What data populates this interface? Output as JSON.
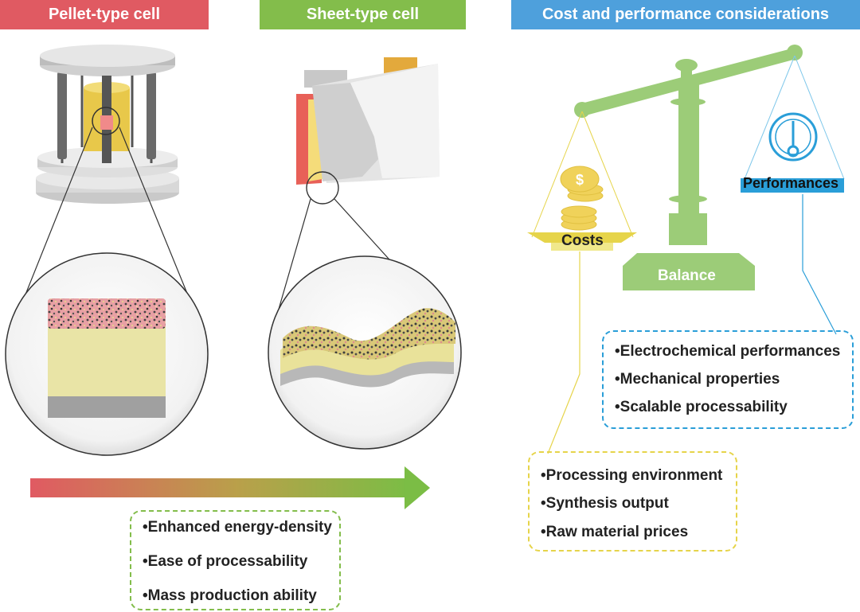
{
  "headers": {
    "pellet": "Pellet-type cell",
    "sheet": "Sheet-type cell",
    "cost": "Cost and performance considerations"
  },
  "balance": {
    "center_label": "Balance",
    "left_pan_label": "Costs",
    "right_pan_label": "Performances"
  },
  "performance_box": {
    "items": [
      "•Electrochemical performances",
      "•Mechanical properties",
      "•Scalable processability"
    ]
  },
  "cost_box": {
    "items": [
      "•Processing environment",
      "•Synthesis output",
      "•Raw material prices"
    ]
  },
  "advantage_box": {
    "items": [
      "•Enhanced energy-density",
      "•Ease of processability",
      "•Mass production ability"
    ]
  },
  "colors": {
    "pellet": "#e05a62",
    "sheet": "#83bd4b",
    "cost": "#4ea0dc",
    "balance_green": "#9ccc78",
    "coin_yellow": "#e6d44a",
    "perf_blue": "#2a9ed8"
  }
}
